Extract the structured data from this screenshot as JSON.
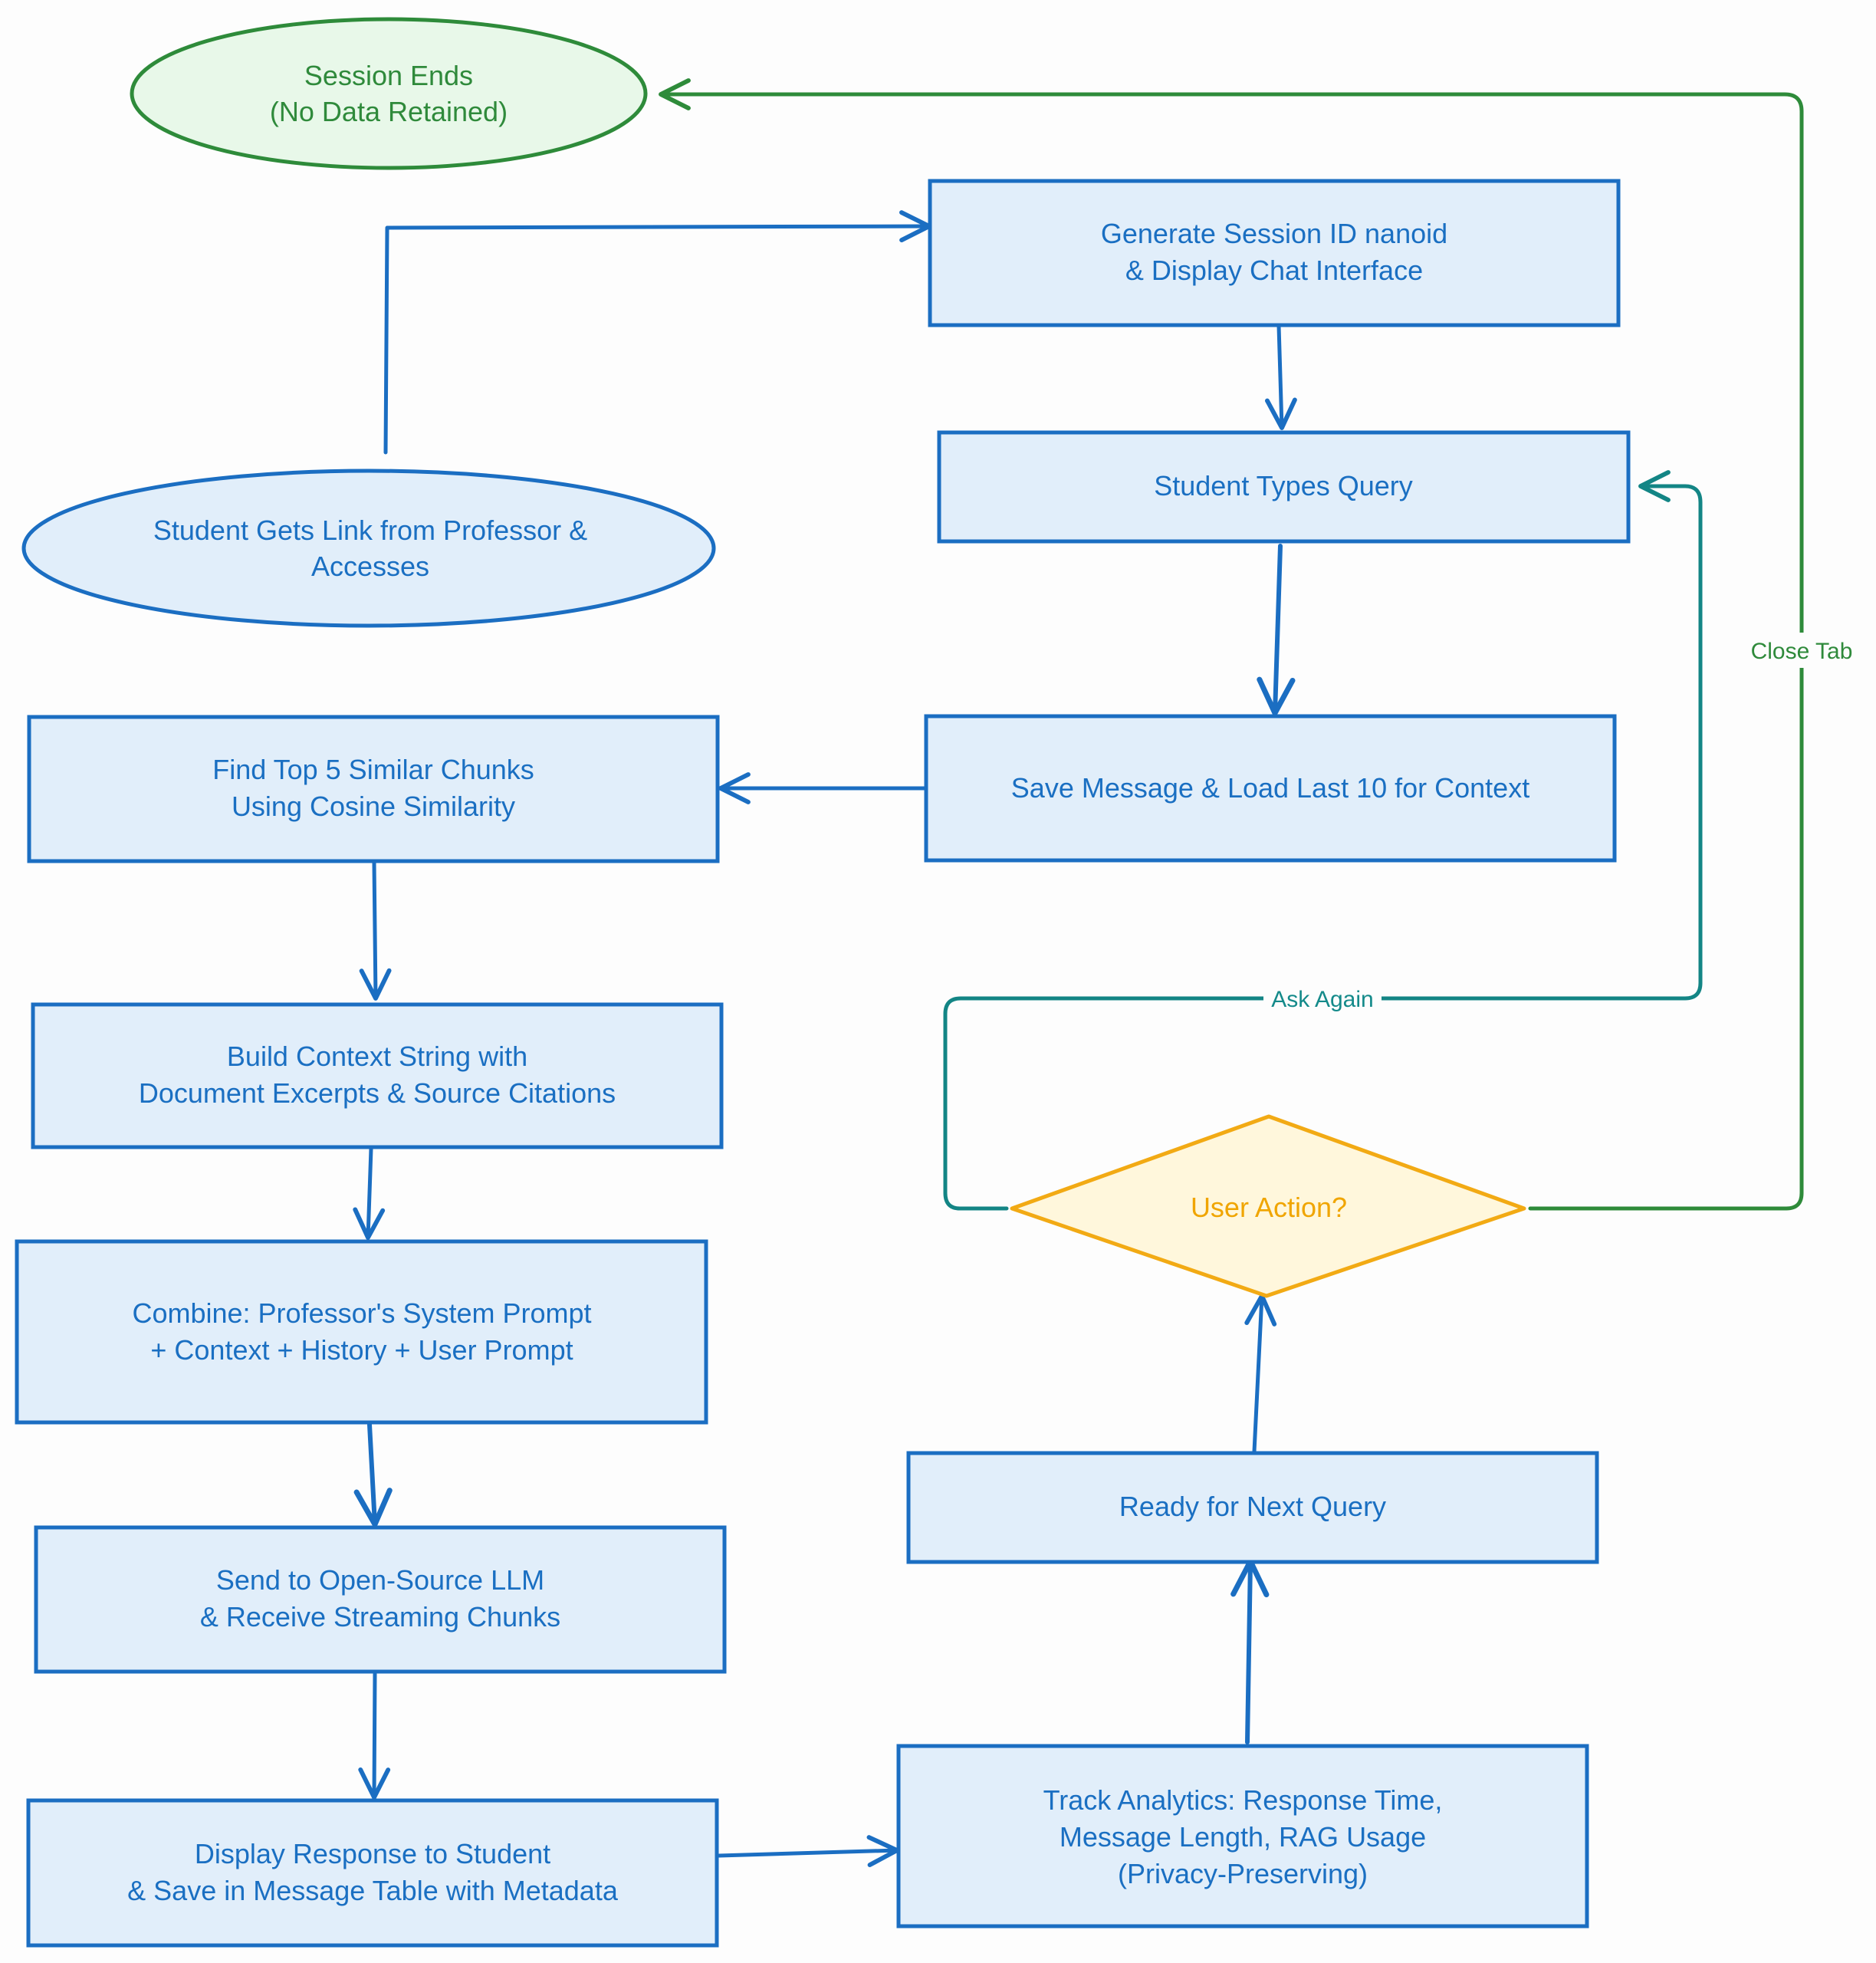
{
  "colors": {
    "node_fill": "#e1eefa",
    "node_stroke": "#1b6ec2",
    "end_fill": "#e8f8e9",
    "end_stroke": "#2e8b3a",
    "decision_fill": "#fff7dc",
    "decision_stroke": "#f2aa14",
    "loop_stroke": "#138585"
  },
  "nodes": {
    "session_ends": {
      "line1": "Session Ends",
      "line2": "(No Data Retained)"
    },
    "generate_session": {
      "line1": "Generate Session ID nanoid",
      "line2": "& Display Chat Interface"
    },
    "student_types": {
      "line1": "Student Types Query"
    },
    "student_link": {
      "line1": "Student Gets Link from Professor &",
      "line2": "Accesses"
    },
    "find_top5": {
      "line1": "Find Top 5 Similar Chunks",
      "line2": "Using Cosine Similarity"
    },
    "save_message": {
      "line1": "Save Message & Load Last 10 for Context"
    },
    "build_context": {
      "line1": "Build Context String with",
      "line2": "Document Excerpts & Source Citations"
    },
    "user_action": {
      "line1": "User Action?"
    },
    "combine": {
      "line1": "Combine: Professor's System Prompt",
      "line2": "+ Context + History + User Prompt"
    },
    "ready_next": {
      "line1": "Ready for Next Query"
    },
    "send_llm": {
      "line1": "Send to Open-Source LLM",
      "line2": "& Receive Streaming Chunks"
    },
    "display_response": {
      "line1": "Display Response to Student",
      "line2": "& Save in Message Table with Metadata"
    },
    "track_analytics": {
      "line1": "Track Analytics: Response Time,",
      "line2": "Message Length, RAG Usage",
      "line3": "(Privacy-Preserving)"
    }
  },
  "edges": {
    "close_tab": "Close Tab",
    "ask_again": "Ask Again"
  }
}
